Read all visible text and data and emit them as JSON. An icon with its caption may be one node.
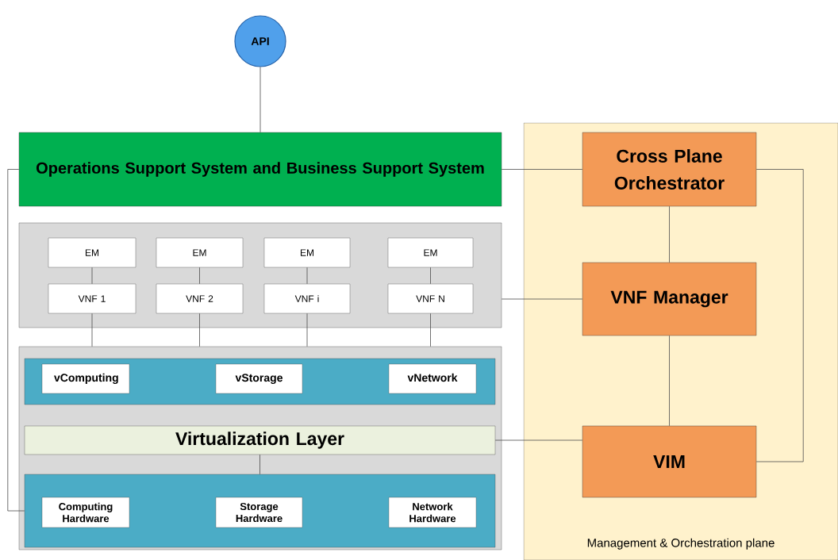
{
  "diagram": {
    "nodes": [
      {
        "text": [
          "API"
        ]
      },
      {
        "text": [
          "Operations Support System and Business Support System"
        ]
      },
      {
        "text": [],
        "shape": "box"
      },
      {
        "text": [
          "EM"
        ],
        "in": 2
      },
      {
        "text": [
          "EM"
        ],
        "in": 2
      },
      {
        "text": [
          "EM"
        ],
        "in": 2
      },
      {
        "text": [
          "EM"
        ],
        "in": 2
      },
      {
        "text": [
          "VNF 1"
        ],
        "in": 2
      },
      {
        "text": [
          "VNF 2"
        ],
        "in": 2
      },
      {
        "text": [
          "VNF i"
        ],
        "in": 2
      },
      {
        "text": [
          "VNF N"
        ],
        "in": 2
      },
      {
        "text": [],
        "shape": "box"
      },
      {
        "text": [],
        "shape": "box",
        "in": 11
      },
      {
        "text": [
          "vComputing"
        ],
        "in": 12
      },
      {
        "text": [
          "vStorage"
        ],
        "in": 12
      },
      {
        "text": [
          "vNetwork"
        ],
        "in": 12
      },
      {
        "text": [
          "Virtualization Layer"
        ],
        "in": 11
      },
      {
        "text": [],
        "shape": "box",
        "in": 11
      },
      {
        "text": [
          "Computing Hardware"
        ],
        "in": 17
      },
      {
        "text": [
          "Storage Hardware"
        ],
        "in": 17
      },
      {
        "text": [
          "Network Hardware"
        ],
        "in": 17
      },
      {
        "text": [
          "Management & Orchestration plane"
        ]
      },
      {
        "text": [
          "Cross Plane Orchestrator"
        ],
        "in": 21
      },
      {
        "text": [
          "VNF Manager"
        ],
        "in": 21
      },
      {
        "text": [
          "VIM"
        ],
        "in": 21
      }
    ],
    "edges": [
      {
        "from": 0,
        "to": 1,
        "arrow": "none"
      },
      {
        "from": 1,
        "to": 22,
        "arrow": "none"
      },
      {
        "from": 1,
        "to": 17,
        "arrow": "none"
      },
      {
        "from": 22,
        "to": 23,
        "arrow": "none"
      },
      {
        "from": 23,
        "to": 24,
        "arrow": "none"
      },
      {
        "from": 22,
        "to": 24,
        "arrow": "none"
      },
      {
        "from": 2,
        "to": 23,
        "arrow": "none"
      },
      {
        "from": 16,
        "to": 24,
        "arrow": "none"
      },
      {
        "from": 3,
        "to": 7,
        "arrow": "none"
      },
      {
        "from": 4,
        "to": 8,
        "arrow": "none"
      },
      {
        "from": 5,
        "to": 9,
        "arrow": "none"
      },
      {
        "from": 6,
        "to": 10,
        "arrow": "none"
      },
      {
        "from": 7,
        "to": 11,
        "arrow": "none"
      },
      {
        "from": 8,
        "to": 11,
        "arrow": "none"
      },
      {
        "from": 9,
        "to": 11,
        "arrow": "none"
      },
      {
        "from": 10,
        "to": 11,
        "arrow": "none"
      },
      {
        "from": 16,
        "to": 17,
        "arrow": "none"
      }
    ]
  }
}
